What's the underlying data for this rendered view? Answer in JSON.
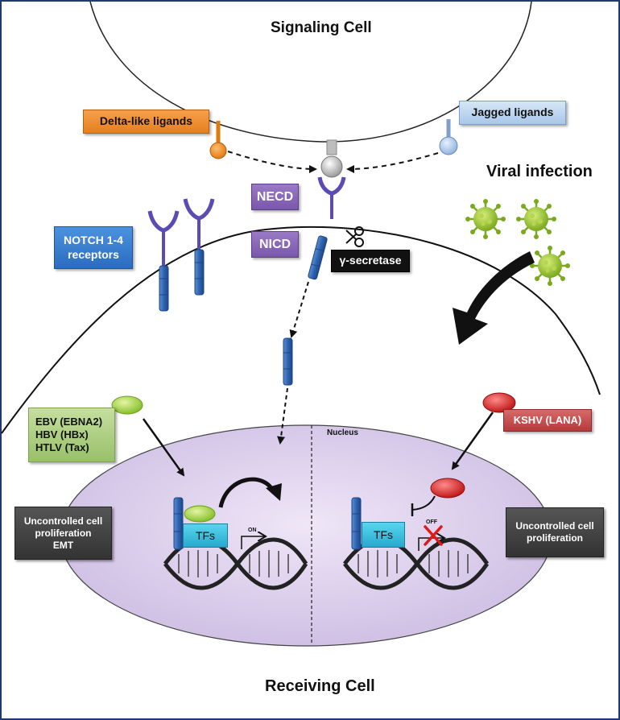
{
  "labels": {
    "signaling_cell": "Signaling Cell",
    "receiving_cell": "Receiving Cell",
    "viral_infection": "Viral infection",
    "nucleus": "Nucleus",
    "on": "ON",
    "off": "OFF"
  },
  "boxes": {
    "delta_like": "Delta-like ligands",
    "jagged": "Jagged ligands",
    "notch_receptors": [
      "NOTCH 1-4",
      "receptors"
    ],
    "necd": "NECD",
    "nicd": "NICD",
    "gamma_secretase": "γ-secretase",
    "viruses_left": [
      "EBV (EBNA2)",
      "HBV (HBx)",
      "HTLV (Tax)"
    ],
    "kshv": "KSHV (LANA)",
    "outcome_left": [
      "Uncontrolled cell",
      "proliferation",
      "EMT"
    ],
    "outcome_right": [
      "Uncontrolled cell",
      "proliferation"
    ],
    "tfs_left": "TFs",
    "tfs_right": "TFs"
  },
  "colors": {
    "delta": "#e57f1e",
    "jagged": "#a9c7ea",
    "notch_blue": "#2a6cc0",
    "receptor_purple": "#5b4bb5",
    "necd_purple": "#7957ab",
    "virus_green": "#8fbc2f",
    "ebv_green": "#98c06a",
    "kshv_red": "#b63a3a",
    "nucleus_lavender": "#ddd0ec",
    "tf_cyan": "#27a9cf"
  },
  "icons": [
    "scissors-icon",
    "virus-icon",
    "dna-helix-icon",
    "curved-arrow-icon",
    "inhibition-arrow-icon",
    "red-x-icon"
  ]
}
